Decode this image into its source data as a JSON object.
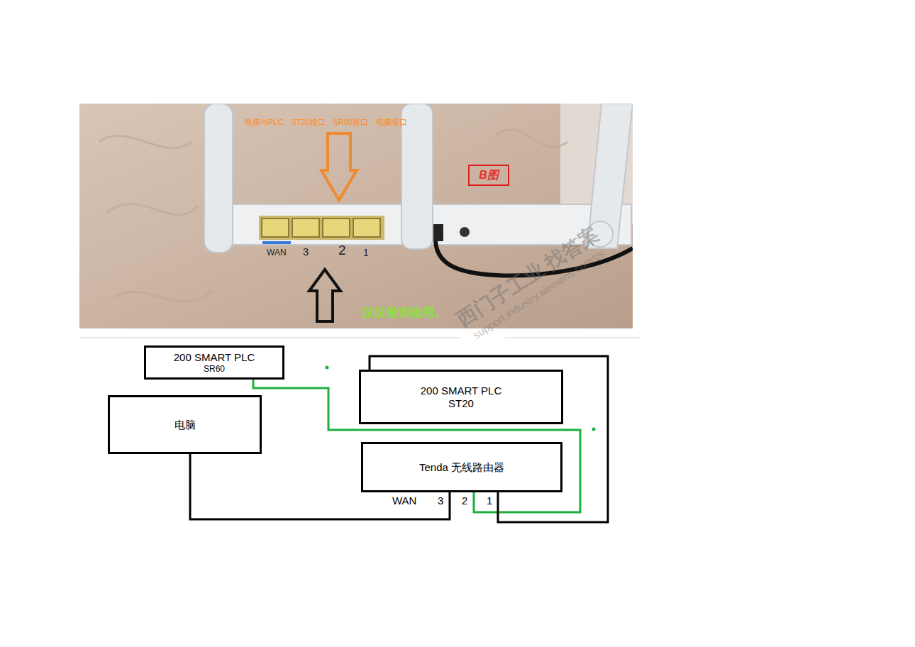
{
  "diagram": {
    "nodes": [
      {
        "text": [
          "B图"
        ]
      },
      {
        "text": [
          "200 SMART PLC",
          "SR60"
        ]
      },
      {
        "text": [
          "200 SMART PLC",
          "ST20"
        ]
      },
      {
        "text": [
          "电脑"
        ]
      },
      {
        "text": [
          "Tenda 无线路由器"
        ]
      }
    ],
    "edges": [
      {
        "from": 3,
        "to": 4,
        "arrow": "none"
      },
      {
        "from": 1,
        "to": 4,
        "arrow": "none"
      },
      {
        "from": 2,
        "to": 4,
        "arrow": "none"
      }
    ],
    "labels": [
      "电脑与PLC、ST20接口、SR60接口、电脑接口",
      "WAN",
      "3",
      "2",
      "1",
      "仅仅做实验用。",
      "西门子工业 找答案",
      "support.industry.siemens.com/cs",
      "WAN",
      "3",
      "2",
      "1"
    ]
  }
}
